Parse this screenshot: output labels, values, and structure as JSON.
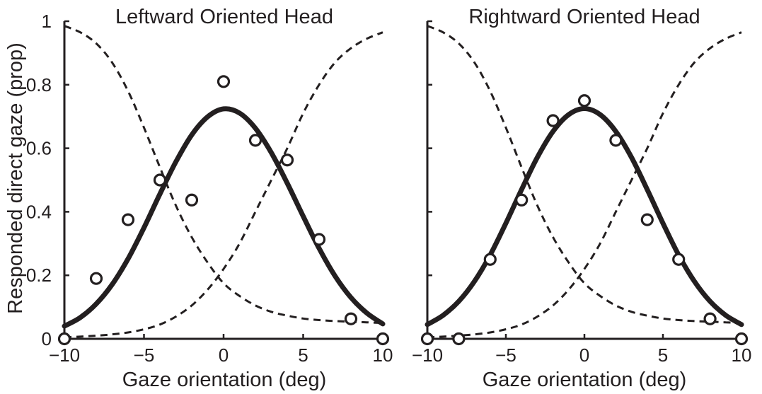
{
  "chart_data": [
    {
      "type": "line",
      "title": "Leftward Oriented Head",
      "xlabel": "Gaze orientation (deg)",
      "ylabel": "Responded direct gaze (prop)",
      "xlim": [
        -10,
        10
      ],
      "ylim": [
        0,
        1
      ],
      "xticks": [
        -10,
        -5,
        0,
        5,
        10
      ],
      "xtick_labels": [
        "−10",
        "−5",
        "0",
        "5",
        "10"
      ],
      "yticks": [
        0,
        0.2,
        0.4,
        0.6,
        0.8,
        1
      ],
      "ytick_labels": [
        "0",
        "0.2",
        "0.4",
        "0.6",
        "0.8",
        "1"
      ],
      "grid": false,
      "series": [
        {
          "style": "markers",
          "marker": "open-circle",
          "x": [
            -10,
            -8,
            -6,
            -4,
            -2,
            0,
            2,
            4,
            6,
            8,
            10
          ],
          "y": [
            0,
            0.19,
            0.375,
            0.5,
            0.437,
            0.81,
            0.625,
            0.563,
            0.313,
            0.063,
            0
          ]
        },
        {
          "style": "solid",
          "x": [
            -10,
            -9,
            -8,
            -7,
            -6,
            -5,
            -4,
            -3,
            -2,
            -1,
            0,
            1,
            2,
            3,
            4,
            5,
            6,
            7,
            8,
            9,
            10
          ],
          "y": [
            0.04,
            0.067,
            0.11,
            0.171,
            0.252,
            0.35,
            0.456,
            0.557,
            0.642,
            0.699,
            0.724,
            0.711,
            0.663,
            0.586,
            0.49,
            0.386,
            0.285,
            0.198,
            0.13,
            0.081,
            0.047
          ]
        },
        {
          "style": "dashed",
          "x": [
            -10,
            -9,
            -8,
            -7,
            -6,
            -5,
            -4,
            -3,
            -2,
            -1,
            0,
            1,
            2,
            3,
            4,
            5,
            6,
            7,
            8,
            9,
            10
          ],
          "y": [
            0.985,
            0.965,
            0.93,
            0.87,
            0.78,
            0.665,
            0.54,
            0.42,
            0.32,
            0.24,
            0.175,
            0.135,
            0.105,
            0.085,
            0.073,
            0.064,
            0.059,
            0.056,
            0.054,
            0.052,
            0.05
          ]
        },
        {
          "style": "dashed",
          "x": [
            -10,
            -9,
            -8,
            -7,
            -6,
            -5,
            -4,
            -3,
            -2,
            -1,
            0,
            1,
            2,
            3,
            4,
            5,
            6,
            7,
            8,
            9,
            10
          ],
          "y": [
            0.005,
            0.007,
            0.01,
            0.014,
            0.02,
            0.03,
            0.045,
            0.07,
            0.105,
            0.155,
            0.22,
            0.3,
            0.4,
            0.5,
            0.6,
            0.71,
            0.8,
            0.87,
            0.915,
            0.945,
            0.965
          ]
        }
      ]
    },
    {
      "type": "line",
      "title": "Rightward Oriented Head",
      "xlabel": "Gaze orientation (deg)",
      "ylabel": "",
      "xlim": [
        -10,
        10
      ],
      "ylim": [
        0,
        1
      ],
      "xticks": [
        -10,
        -5,
        0,
        5,
        10
      ],
      "xtick_labels": [
        "−10",
        "−5",
        "0",
        "5",
        "10"
      ],
      "yticks": [
        0,
        0.2,
        0.4,
        0.6,
        0.8,
        1
      ],
      "ytick_labels": [],
      "grid": false,
      "series": [
        {
          "style": "markers",
          "marker": "open-circle",
          "x": [
            -10,
            -8,
            -6,
            -4,
            -2,
            0,
            2,
            4,
            6,
            8,
            10
          ],
          "y": [
            0,
            0,
            0.25,
            0.437,
            0.687,
            0.75,
            0.625,
            0.375,
            0.25,
            0.063,
            0
          ]
        },
        {
          "style": "solid",
          "x": [
            -10,
            -9,
            -8,
            -7,
            -6,
            -5,
            -4,
            -3,
            -2,
            -1,
            0,
            1,
            2,
            3,
            4,
            5,
            6,
            7,
            8,
            9,
            10
          ],
          "y": [
            0.045,
            0.074,
            0.118,
            0.181,
            0.264,
            0.364,
            0.47,
            0.571,
            0.653,
            0.706,
            0.725,
            0.706,
            0.653,
            0.571,
            0.47,
            0.364,
            0.264,
            0.181,
            0.118,
            0.074,
            0.045
          ]
        },
        {
          "style": "dashed",
          "x": [
            -10,
            -9,
            -8,
            -7,
            -6,
            -5,
            -4,
            -3,
            -2,
            -1,
            0,
            1,
            2,
            3,
            4,
            5,
            6,
            7,
            8,
            9,
            10
          ],
          "y": [
            0.985,
            0.965,
            0.93,
            0.87,
            0.78,
            0.665,
            0.54,
            0.42,
            0.32,
            0.24,
            0.175,
            0.135,
            0.105,
            0.085,
            0.073,
            0.064,
            0.059,
            0.056,
            0.054,
            0.052,
            0.05
          ]
        },
        {
          "style": "dashed",
          "x": [
            -10,
            -9,
            -8,
            -7,
            -6,
            -5,
            -4,
            -3,
            -2,
            -1,
            0,
            1,
            2,
            3,
            4,
            5,
            6,
            7,
            8,
            9,
            10
          ],
          "y": [
            0.005,
            0.007,
            0.01,
            0.014,
            0.02,
            0.03,
            0.045,
            0.07,
            0.105,
            0.155,
            0.22,
            0.3,
            0.4,
            0.5,
            0.6,
            0.71,
            0.8,
            0.87,
            0.915,
            0.945,
            0.965
          ]
        }
      ]
    }
  ]
}
